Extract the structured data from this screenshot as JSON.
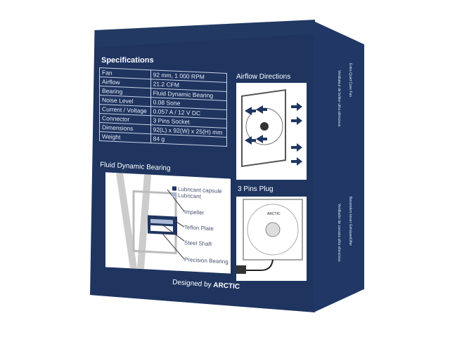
{
  "specifications": {
    "title": "Specifications",
    "rows": [
      {
        "label": "Fan",
        "value": "92 mm, 1 000 RPM"
      },
      {
        "label": "Airflow",
        "value": "21.2 CFM"
      },
      {
        "label": "Bearing",
        "value": "Fluid Dynamic Bearing"
      },
      {
        "label": "Noise Level",
        "value": "0.08 Sone"
      },
      {
        "label": "Current / Voltage",
        "value": "0.057 A / 12 V DC"
      },
      {
        "label": "Connector",
        "value": "3 Pins Socket"
      },
      {
        "label": "Dimensions",
        "value": "92(L) x 92(W) x 25(H) mm"
      },
      {
        "label": "Weight",
        "value": "84 g"
      }
    ]
  },
  "airflow": {
    "title": "Airflow Directions"
  },
  "plug": {
    "title": "3 Pins Plug",
    "brand": "ARCTIC"
  },
  "bearing": {
    "title": "Fluid Dynamic Bearing",
    "legend": [
      "Lubricant capsule",
      "Lubricant"
    ],
    "labels": [
      "Impeller",
      "Teflon Plate",
      "Steel Shaft",
      "Precision Bearing"
    ]
  },
  "footer": {
    "prefix": "Designed by",
    "brand": "ARCTIC"
  },
  "side": {
    "lines": [
      "Extra Quiet Case Fan",
      "Ventilateur de boîtier ultra silencieux",
      "Besonders leiser Gehäuselüfter",
      "Ventilador de carcasa ultra silencioso"
    ]
  },
  "colors": {
    "box": "#1f3560",
    "legend_dark": "#1f3560",
    "legend_light": "#a9b8d6"
  }
}
